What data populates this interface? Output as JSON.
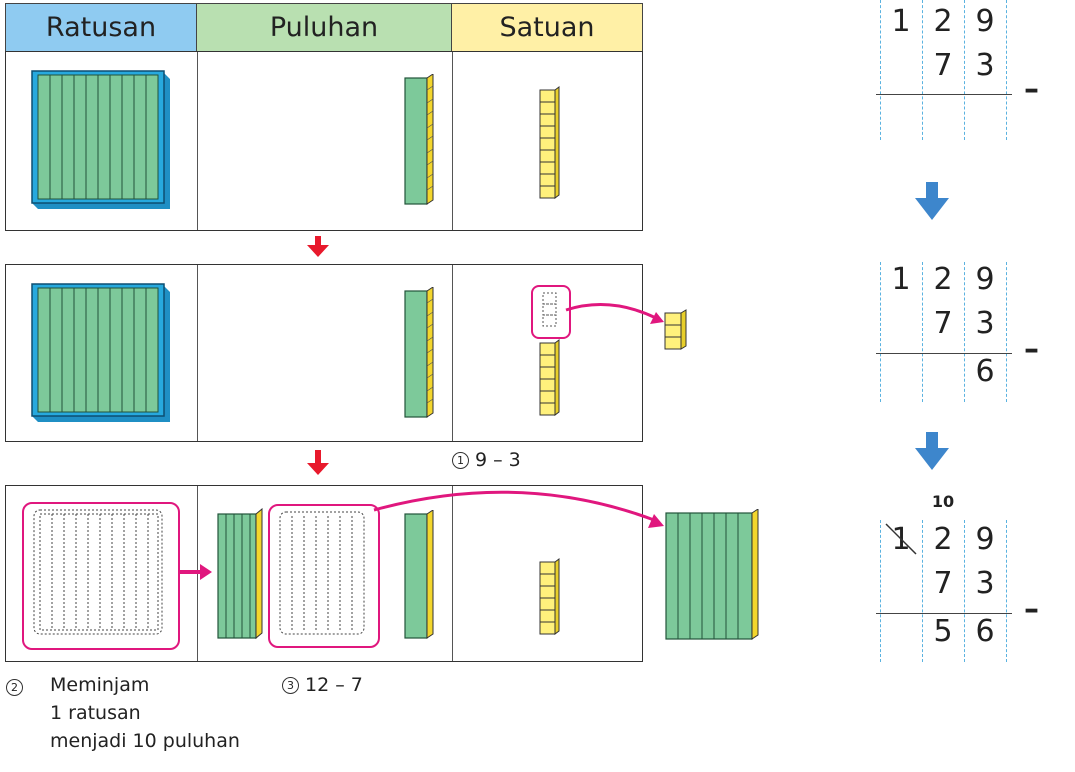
{
  "columns": {
    "hundreds": "Ratusan",
    "tens": "Puluhan",
    "ones": "Satuan"
  },
  "colors": {
    "hundreds": "#8fcbf1",
    "tens": "#b9e0b1",
    "ones": "#fff0a6",
    "block_green": "#7dc99a",
    "block_blue": "#27a9de",
    "unit_yellow": "#fff17c",
    "highlight": "#e0177e",
    "arrow_red": "#e8192c",
    "arrow_blue": "#3d86cc"
  },
  "step1": {
    "circle": "1",
    "text": "9 – 3"
  },
  "step2": {
    "circle": "2",
    "line1": "Meminjam",
    "line2": "1 ratusan",
    "line3": "menjadi 10 puluhan"
  },
  "step3": {
    "circle": "3",
    "text": "12 – 7"
  },
  "calcs": [
    {
      "top": [
        "1",
        "2",
        "9"
      ],
      "bottom": [
        "",
        "7",
        "3"
      ],
      "result": [
        "",
        "",
        ""
      ],
      "minus": "–"
    },
    {
      "top": [
        "1",
        "2",
        "9"
      ],
      "bottom": [
        "",
        "7",
        "3"
      ],
      "result": [
        "",
        "",
        "6"
      ],
      "minus": "–"
    },
    {
      "top": [
        "1",
        "2",
        "9"
      ],
      "bottom": [
        "",
        "7",
        "3"
      ],
      "result": [
        "",
        "5",
        "6"
      ],
      "minus": "–",
      "borrow": "10"
    }
  ],
  "icons": [
    "down-arrow-red-icon",
    "down-arrow-blue-icon",
    "curved-arrow-icon",
    "right-arrow-icon"
  ]
}
